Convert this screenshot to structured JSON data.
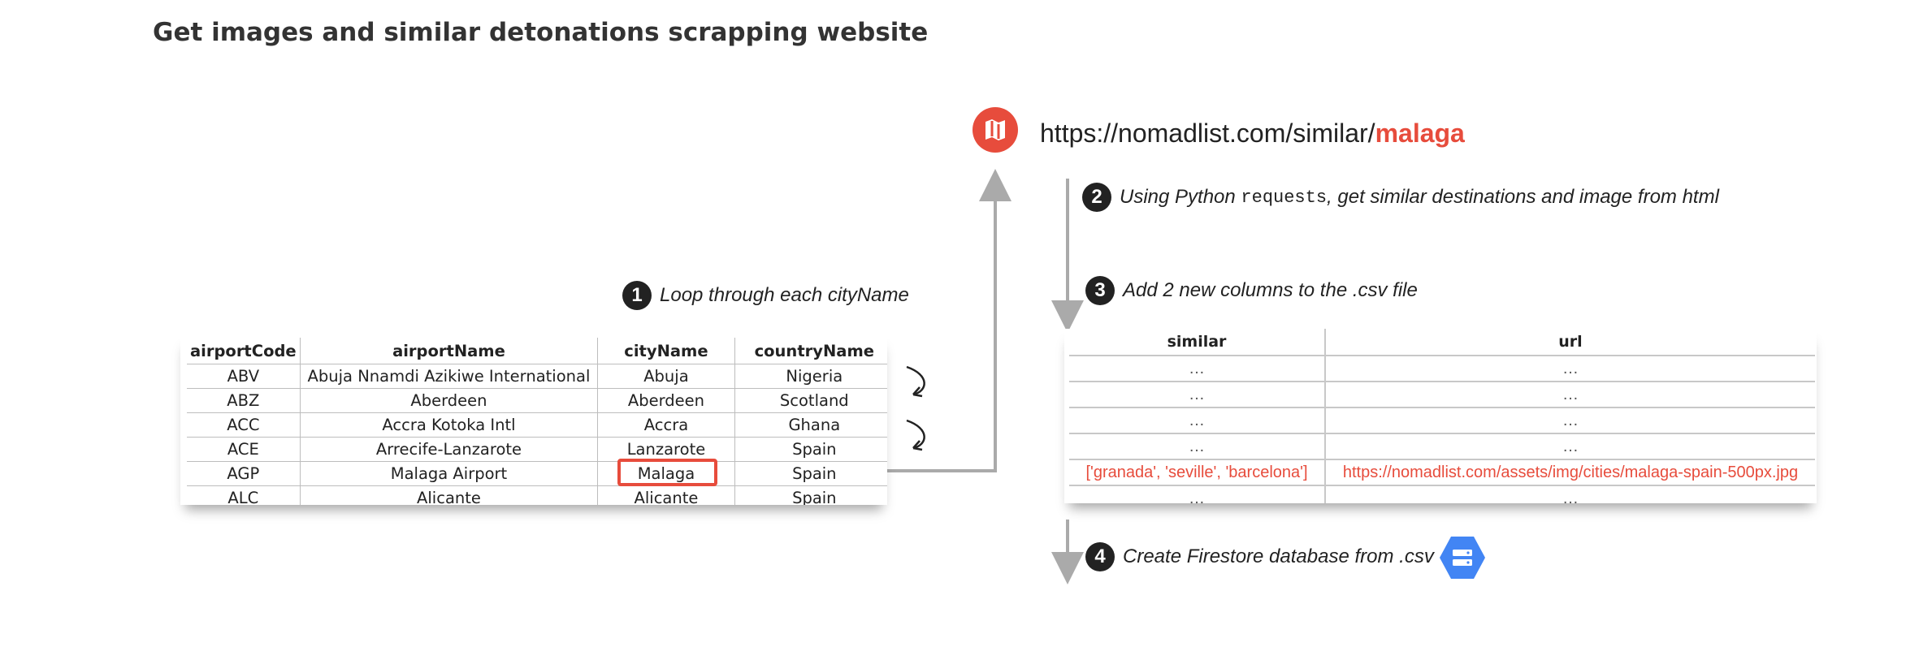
{
  "title": "Get images and similar detonations scrapping website",
  "url": {
    "prefix": "https://nomadlist.com/similar/",
    "highlight": "malaga"
  },
  "steps": [
    {
      "num": "1",
      "text": "Loop through each cityName"
    },
    {
      "num": "2",
      "text_before": "Using Python ",
      "code": "requests",
      "text_after": ", get similar destinations and image from html"
    },
    {
      "num": "3",
      "text": "Add 2 new columns to the .csv file"
    },
    {
      "num": "4",
      "text": "Create Firestore database from .csv"
    }
  ],
  "airports_table": {
    "headers": [
      "airportCode",
      "airportName",
      "cityName",
      "countryName"
    ],
    "rows": [
      [
        "ABV",
        "Abuja Nnamdi Azikiwe International",
        "Abuja",
        "Nigeria"
      ],
      [
        "ABZ",
        "Aberdeen",
        "Aberdeen",
        "Scotland"
      ],
      [
        "ACC",
        "Accra Kotoka Intl",
        "Accra",
        "Ghana"
      ],
      [
        "ACE",
        "Arrecife-Lanzarote",
        "Lanzarote",
        "Spain"
      ],
      [
        "AGP",
        "Malaga Airport",
        "Malaga",
        "Spain"
      ],
      [
        "ALC",
        "Alicante",
        "Alicante",
        "Spain"
      ]
    ]
  },
  "similar_table": {
    "headers": [
      "similar",
      "url"
    ],
    "rows": [
      [
        "…",
        "…"
      ],
      [
        "…",
        "…"
      ],
      [
        "…",
        "…"
      ],
      [
        "…",
        "…"
      ],
      [
        "['granada', 'seville', 'barcelona']",
        "https://nomadlist.com/assets/img/cities/malaga-spain-500px.jpg"
      ],
      [
        "…",
        "…"
      ]
    ],
    "highlight_row": 4
  },
  "colors": {
    "accent": "#e74c3c",
    "arrow": "#aaaaaa",
    "firestore": "#4285f4"
  },
  "icons": [
    "nomadlist-map-icon",
    "firestore-database-icon",
    "curved-arrow-icon"
  ]
}
